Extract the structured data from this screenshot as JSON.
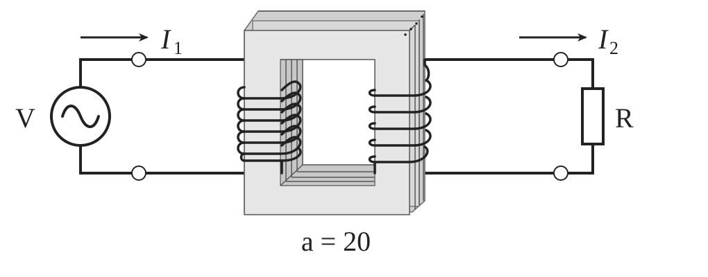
{
  "diagram": {
    "source_label": "V",
    "resistor_label": "R",
    "current_primary": {
      "symbol": "I",
      "subscript": "1"
    },
    "current_secondary": {
      "symbol": "I",
      "subscript": "2"
    },
    "turns_ratio_caption": "a = 20",
    "colors": {
      "wire": "#222222",
      "core_front": "#e6e6e6",
      "core_layers": "#d2d2d2",
      "core_window": "#ffffff",
      "terminal_fill": "#ffffff"
    },
    "primary_turns": 6,
    "secondary_turns": 5
  }
}
